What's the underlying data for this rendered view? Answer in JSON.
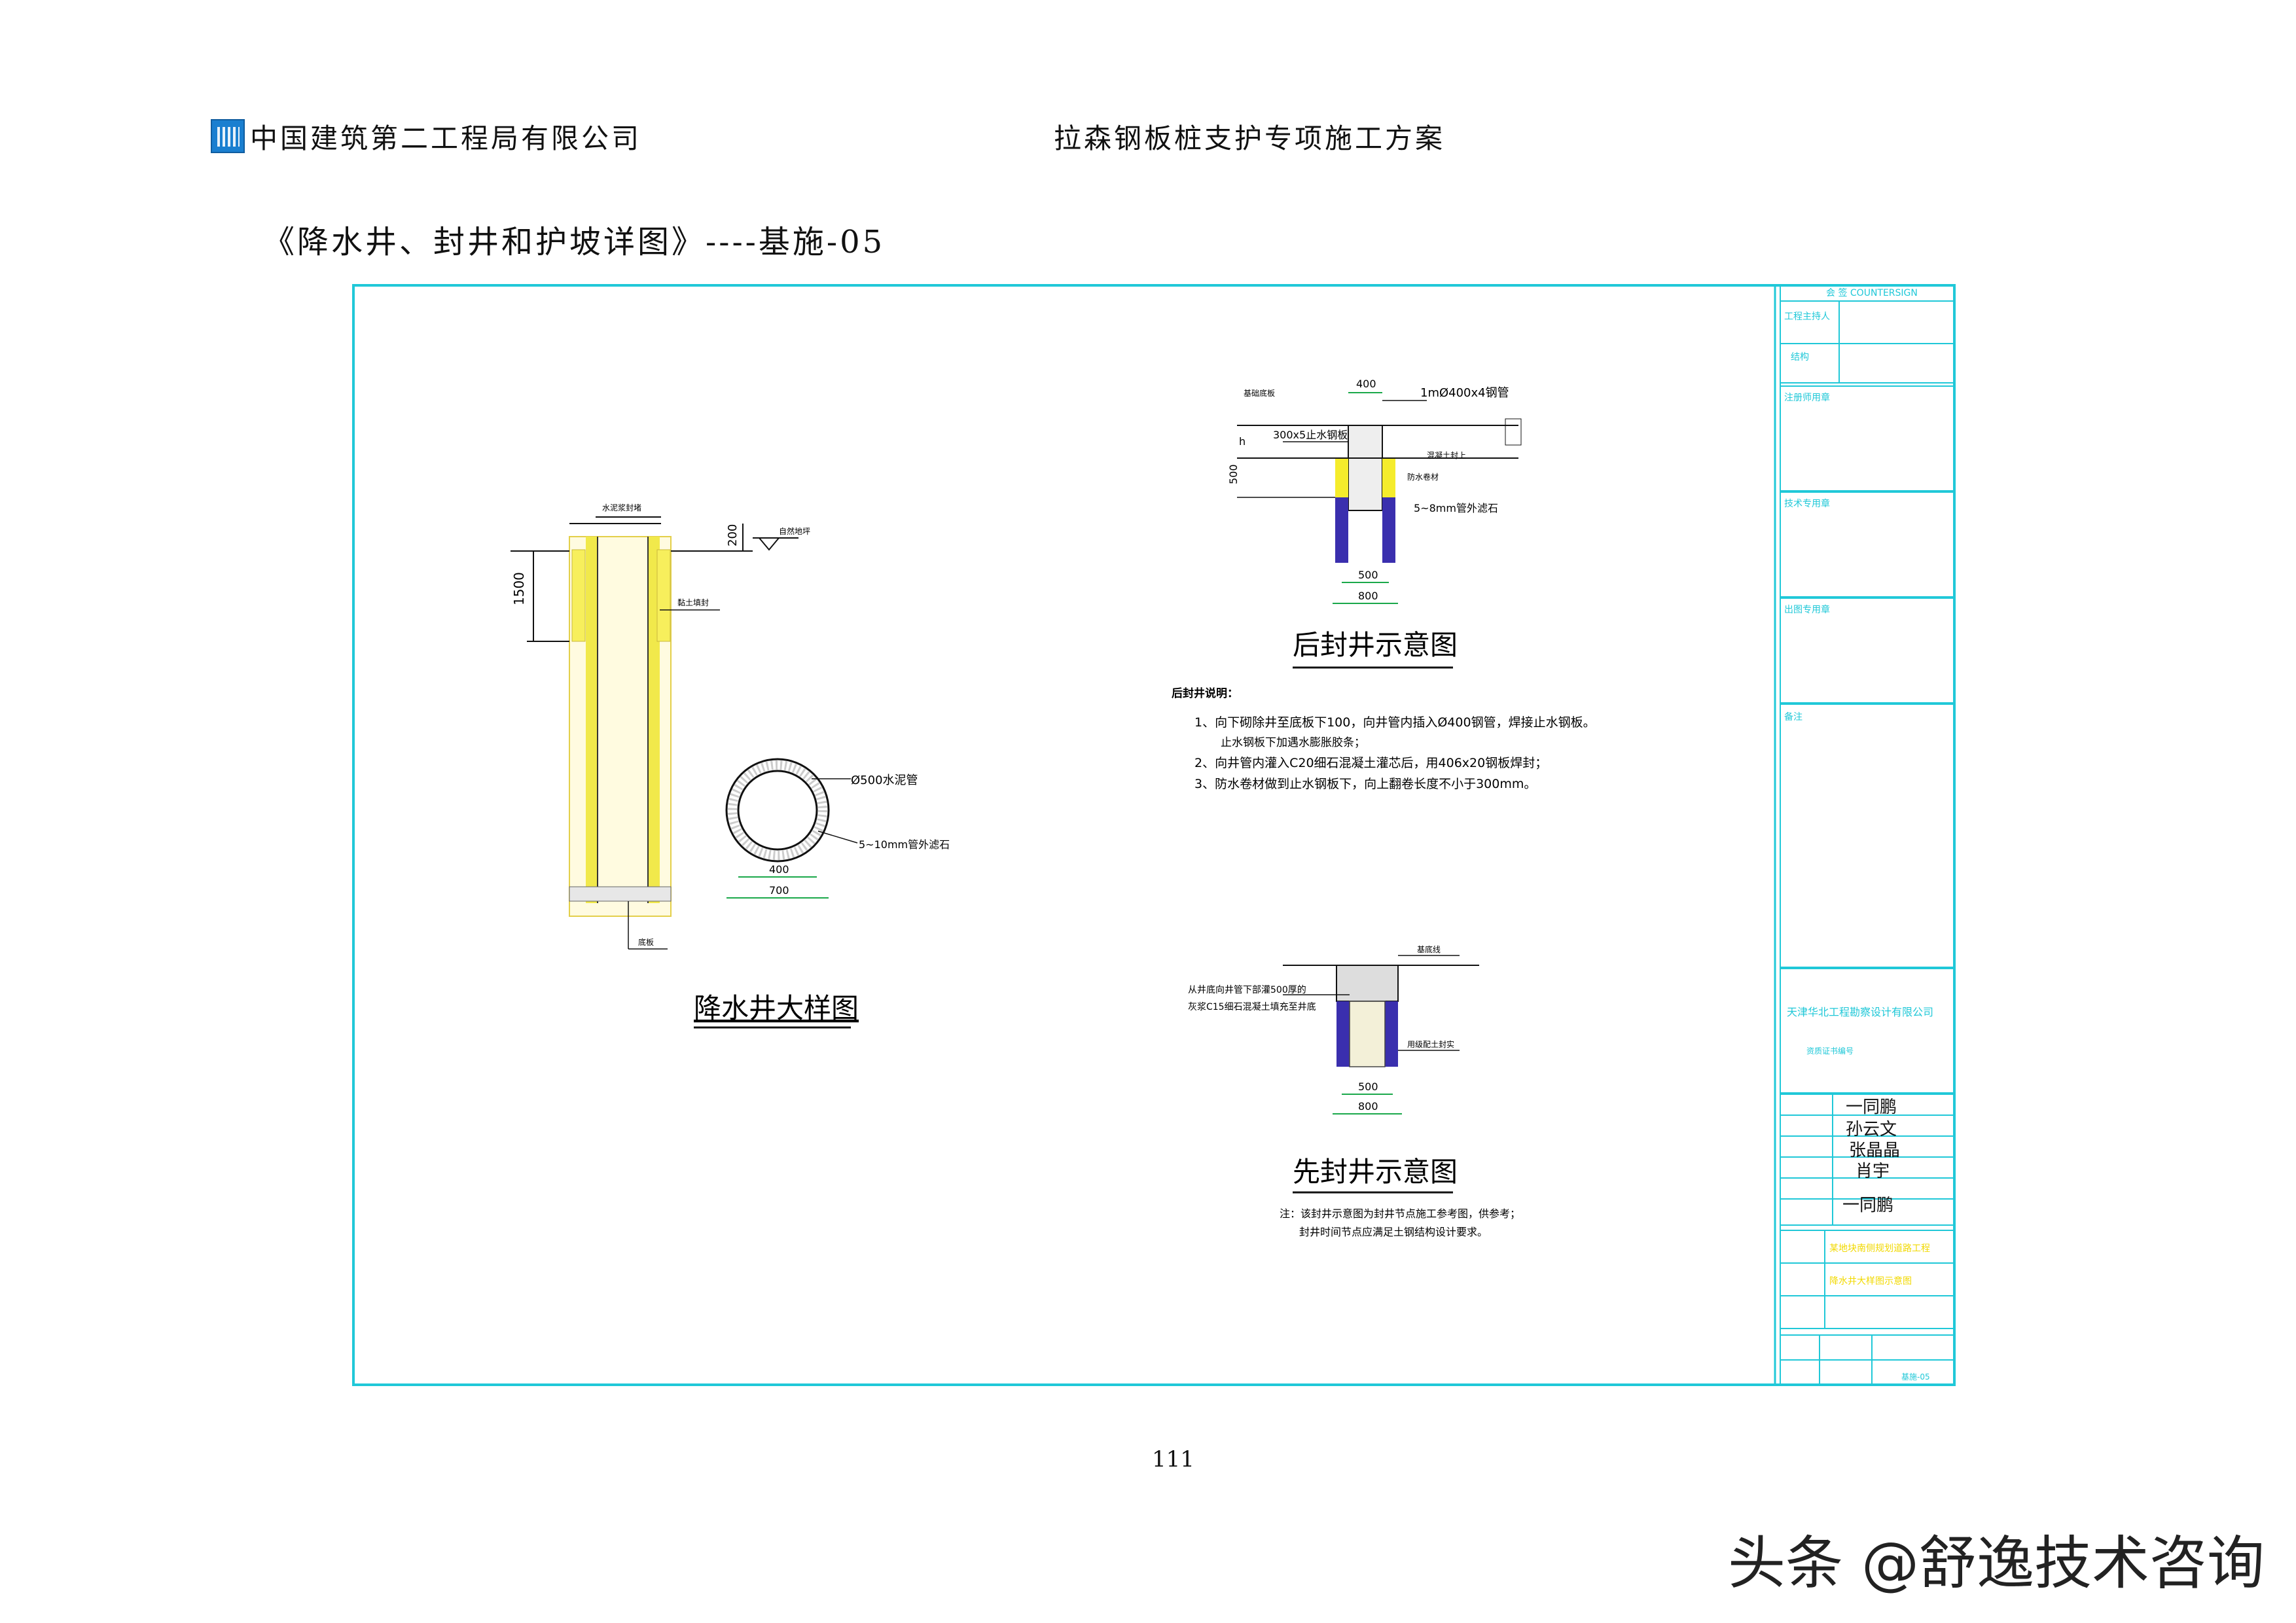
{
  "header": {
    "company": "中国建筑第二工程局有限公司",
    "doc_title": "拉森钢板桩支护专项施工方案"
  },
  "sheet_title": "《降水井、封井和护坡详图》----基施-05",
  "page_number": "111",
  "watermark": "头条 @舒逸技术咨询",
  "drawing": {
    "well_detail": {
      "title": "降水井大样图",
      "dim_1500": "1500",
      "dim_200": "200",
      "dim_400": "400",
      "dim_700": "700",
      "pipe_note": "Ø500水泥管",
      "filter_note": "5~10mm管外滤石",
      "label_top": "水泥浆封堵",
      "label_ground": "自然地坪",
      "label_mid": "黏土填封",
      "label_base": "底板"
    },
    "post_seal": {
      "title": "后封井示意图",
      "dim_400": "400",
      "dim_500": "500",
      "dim_800": "800",
      "dim_500v": "500",
      "dim_h": "h",
      "label_pipe": "1mØ400x4钢管",
      "label_plate": "300x5止水钢板",
      "label_slab": "基础底板",
      "label_concrete": "防水卷材",
      "label_clay": "混凝土封上",
      "label_gravel": "5~8mm管外滤石",
      "notes_title": "后封井说明：",
      "notes": [
        "1、向下砌除井至底板下100，向井管内插入Ø400钢管，焊接止水钢板。",
        "止水钢板下加遇水膨胀胶条；",
        "2、向井管内灌入C20细石混凝土灌芯后，用406x20钢板焊封；",
        "3、防水卷材做到止水钢板下，向上翻卷长度不小于300mm。"
      ]
    },
    "pre_seal": {
      "title": "先封井示意图",
      "dim_500": "500",
      "dim_800": "800",
      "label_top": "基底线",
      "label_left_1": "从井底向井管下部灌500厚的",
      "label_left_2": "灰浆C15细石混凝土填充至井底",
      "label_right": "用级配土封实",
      "note_1": "注：该封井示意图为封井节点施工参考图，供参考；",
      "note_2": "封井时间节点应满足土钢结构设计要求。"
    },
    "title_block": {
      "countersign": "会 签 COUNTERSIGN",
      "row_project_lead": "工程主持人",
      "row_structure": "结构",
      "seal_registered": "注册师用章",
      "seal_technical": "技术专用章",
      "seal_publish": "出图专用章",
      "remarks": "备注",
      "company": "天津华北工程勘察设计有限公司",
      "company_sub": "资质证书编号",
      "signatures": [
        "一同鹏",
        "孙云文",
        "张晶晶",
        "肖宇",
        "一同鹏"
      ],
      "project_name": "某地块南侧规划道路工程",
      "drawing_name": "降水井大样图示意图",
      "drawing_no": "基施-05"
    }
  }
}
